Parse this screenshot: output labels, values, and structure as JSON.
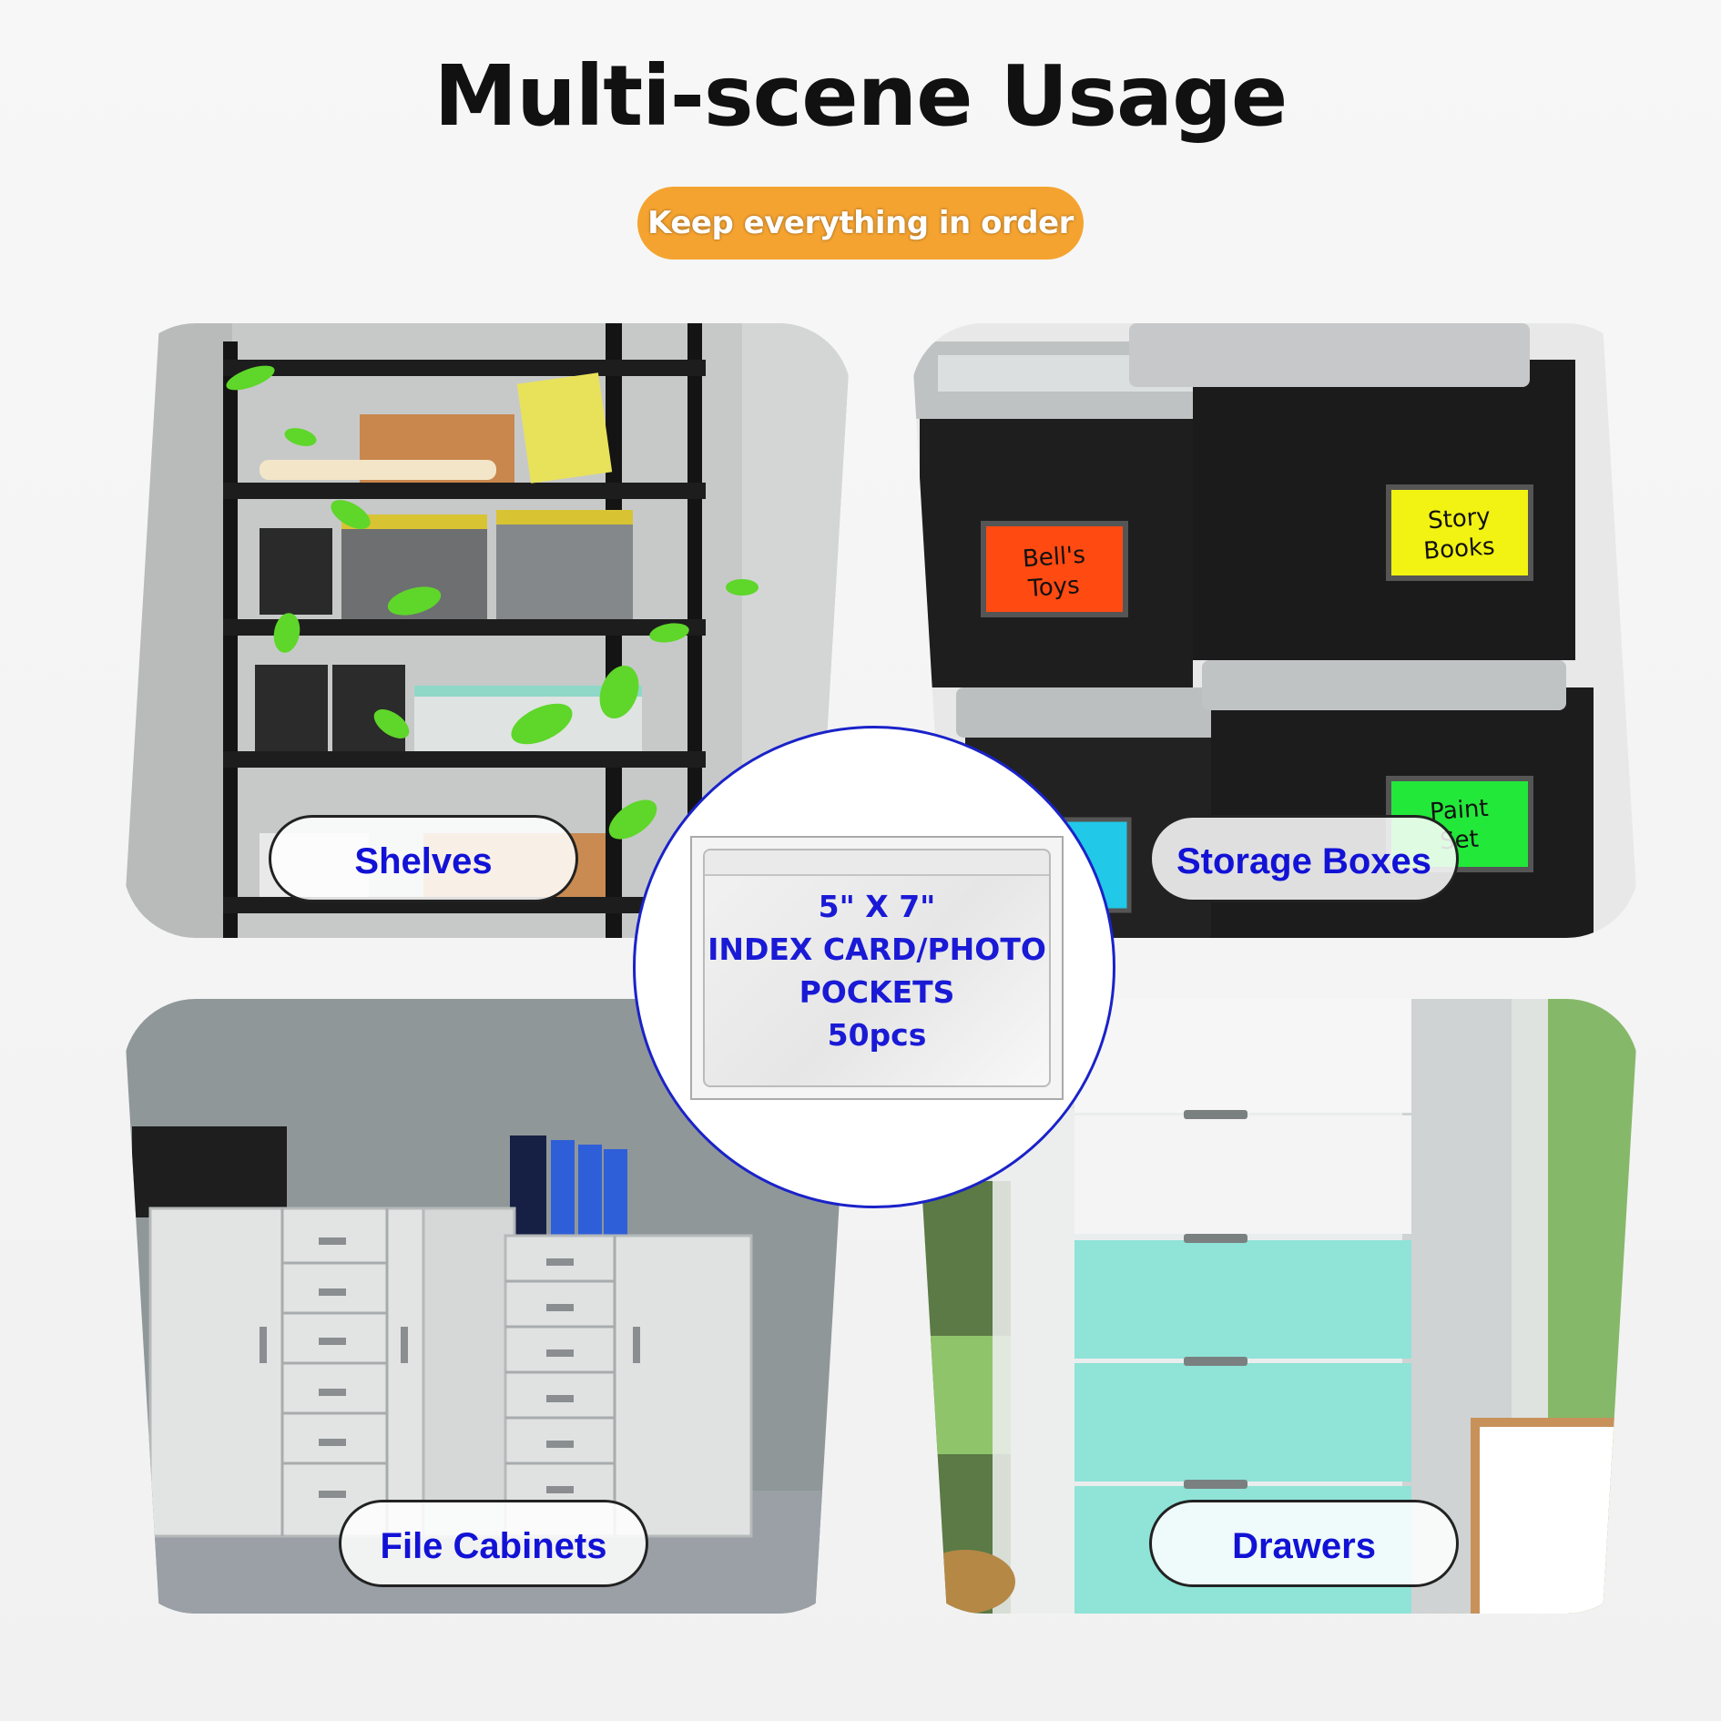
{
  "title": "Multi-scene Usage",
  "tagline": "Keep everything in order",
  "scenes": [
    {
      "label": "Shelves"
    },
    {
      "label": "Storage Boxes",
      "box_labels": [
        "Bell's",
        "Toys",
        "Story",
        "Books",
        "Paint",
        "Set"
      ]
    },
    {
      "label": "File Cabinets"
    },
    {
      "label": "Drawers"
    }
  ],
  "product": {
    "lines": [
      "5\" X 7\"",
      "INDEX CARD/PHOTO",
      "POCKETS",
      "50pcs"
    ]
  },
  "colors": {
    "accent": "#f5a330",
    "label_text": "#1212d6",
    "circle_border": "#1a22c9",
    "label_orange": "#ff4a12",
    "label_yellow": "#f2f213",
    "label_green": "#22e83a",
    "label_cyan": "#22c8e8",
    "drawer_teal": "#8fe3d7"
  }
}
